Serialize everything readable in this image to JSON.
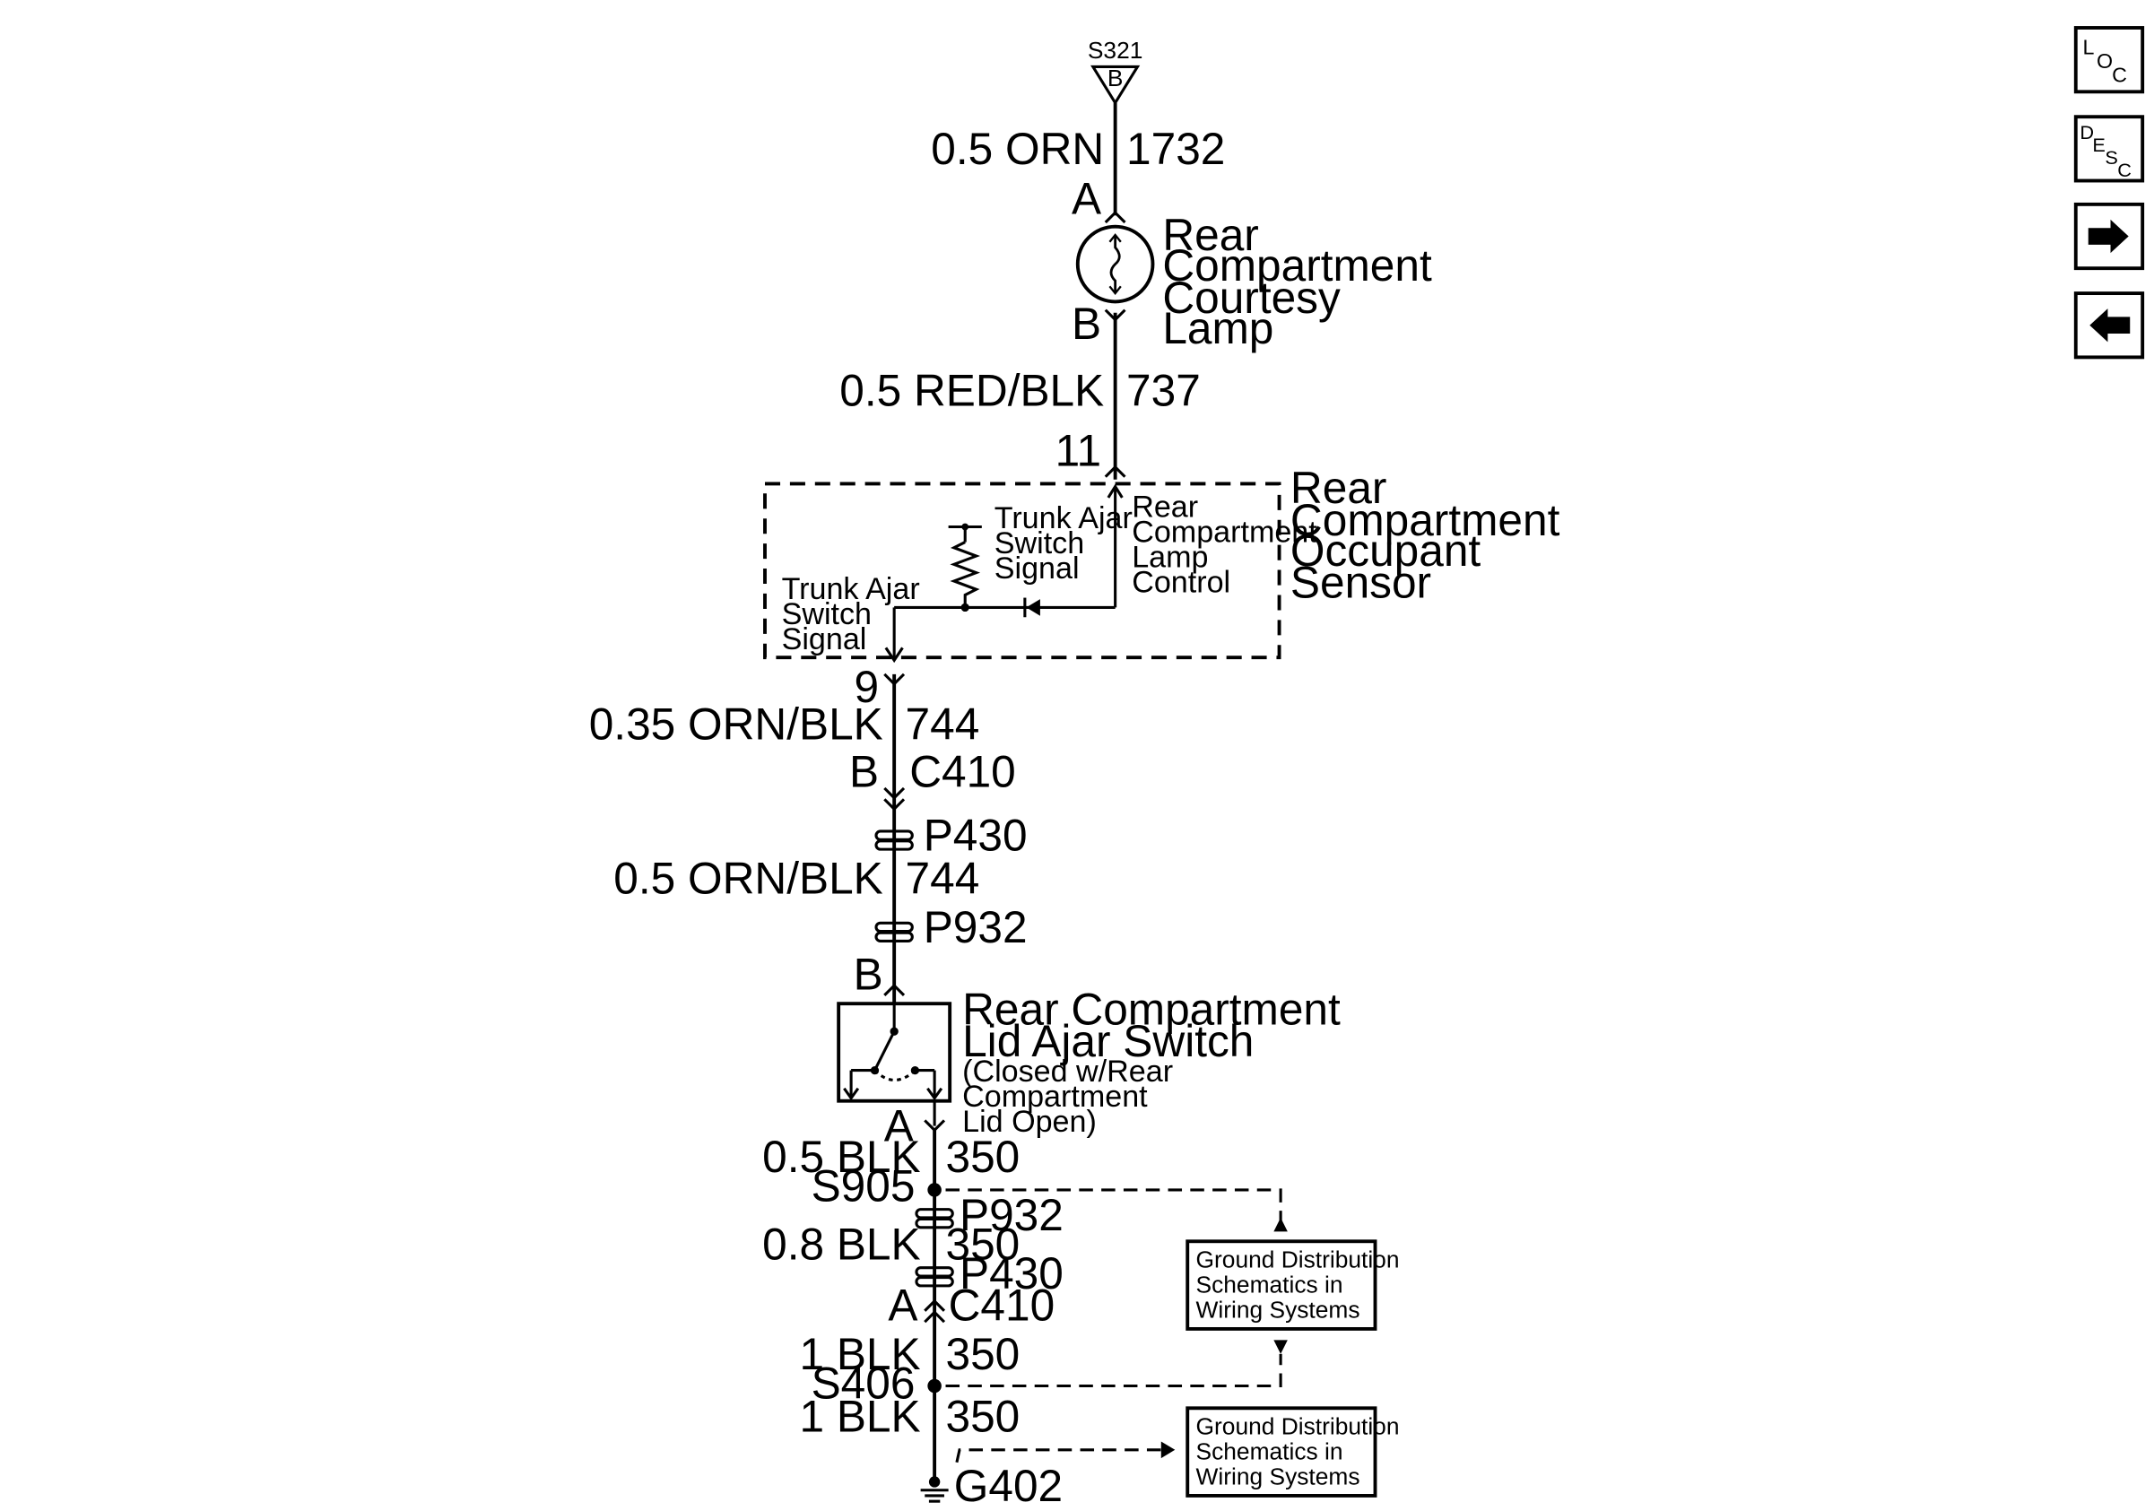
{
  "top_splice": {
    "id": "S321",
    "pin": "B"
  },
  "wires": {
    "w1": {
      "gauge": "0.5 ORN",
      "circuit": "1732"
    },
    "w2": {
      "gauge": "0.5 RED/BLK",
      "circuit": "737"
    },
    "w3": {
      "gauge": "0.35 ORN/BLK",
      "circuit": "744"
    },
    "w4": {
      "gauge": "0.5 ORN/BLK",
      "circuit": "744"
    },
    "w5": {
      "gauge": "0.5 BLK",
      "circuit": "350"
    },
    "w6": {
      "gauge": "0.8 BLK",
      "circuit": "350"
    },
    "w7": {
      "gauge": "1 BLK",
      "circuit": "350"
    },
    "w8": {
      "gauge": "1 BLK",
      "circuit": "350"
    }
  },
  "lamp": {
    "pin_top": "A",
    "pin_bottom": "B",
    "name_lines": [
      "Rear",
      "Compartment",
      "Courtesy",
      "Lamp"
    ]
  },
  "sensor": {
    "pin_top": "11",
    "pin_bottom": "9",
    "name_lines": [
      "Rear",
      "Compartment",
      "Occupant",
      "Sensor"
    ],
    "lamp_control_lines": [
      "Rear",
      "Compartment",
      "Lamp",
      "Control"
    ],
    "pullup_label_lines": [
      "Trunk Ajar",
      "Switch",
      "Signal"
    ],
    "output_label_lines": [
      "Trunk Ajar",
      "Switch",
      "Signal"
    ]
  },
  "connectors": {
    "c410_upper": {
      "pin": "B",
      "id": "C410"
    },
    "p430_upper": "P430",
    "p932_upper": "P932",
    "p932_lower": "P932",
    "p430_lower": "P430",
    "c410_lower": {
      "pin": "A",
      "id": "C410"
    }
  },
  "switch": {
    "pin_top": "B",
    "pin_bottom": "A",
    "name_lines": [
      "Rear Compartment",
      "Lid Ajar Switch"
    ],
    "note_lines": [
      "(Closed w/Rear",
      "Compartment",
      "Lid Open)"
    ]
  },
  "splices": {
    "s905": "S905",
    "s406": "S406"
  },
  "ground": "G402",
  "ref_box_1": [
    "Ground Distribution",
    "Schematics in",
    "Wiring Systems"
  ],
  "ref_box_2": [
    "Ground Distribution",
    "Schematics in",
    "Wiring Systems"
  ],
  "nav": {
    "loc": [
      "L",
      "O",
      "C"
    ],
    "desc": [
      "D",
      "E",
      "S",
      "C"
    ],
    "next_icon": "arrow-right-icon",
    "prev_icon": "arrow-left-icon"
  }
}
